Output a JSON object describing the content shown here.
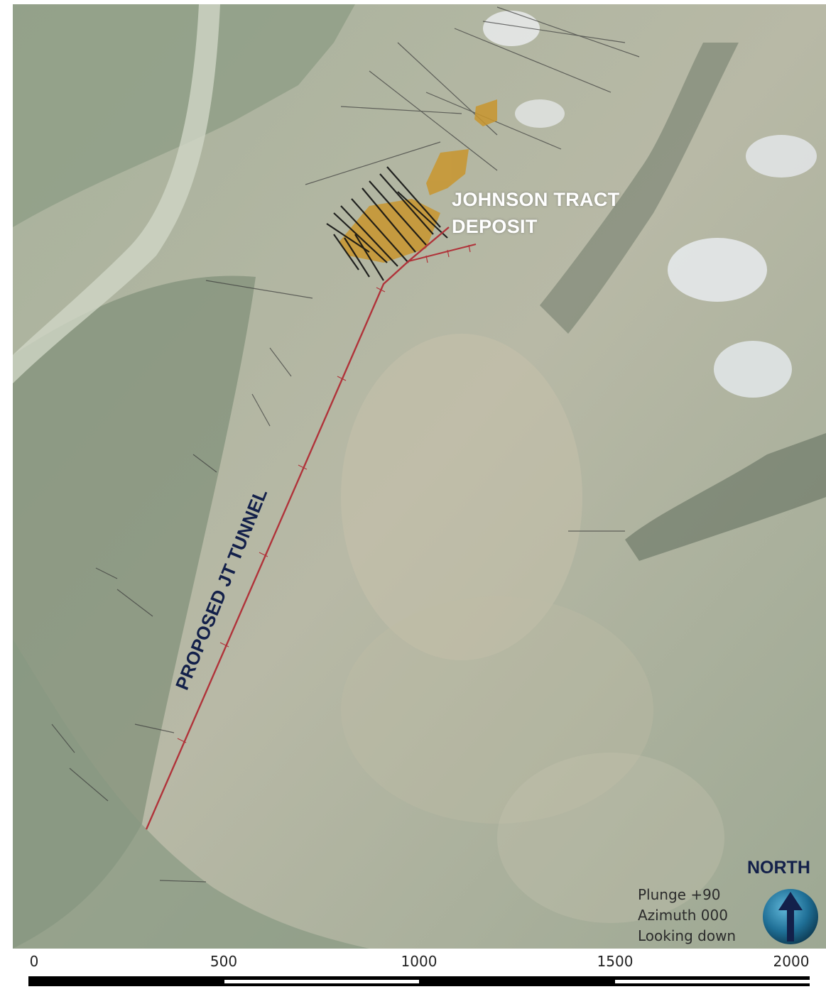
{
  "map": {
    "deposit_label": [
      "JOHNSON TRACT",
      "DEPOSIT"
    ],
    "tunnel_label": "PROPOSED JT TUNNEL",
    "view_info": [
      "Plunge +90",
      "Azimuth 000",
      "Looking down"
    ],
    "north_label": "NORTH",
    "scale": {
      "ticks": [
        "0",
        "500",
        "1000",
        "1500",
        "2000"
      ]
    },
    "colors": {
      "tunnel": "#b0333a",
      "drillholes": "#1a1a1a",
      "orebody": "#c9962e",
      "label_dark": "#13204a",
      "compass": "#1f6f96"
    },
    "icons": [
      "north-arrow-icon"
    ]
  }
}
